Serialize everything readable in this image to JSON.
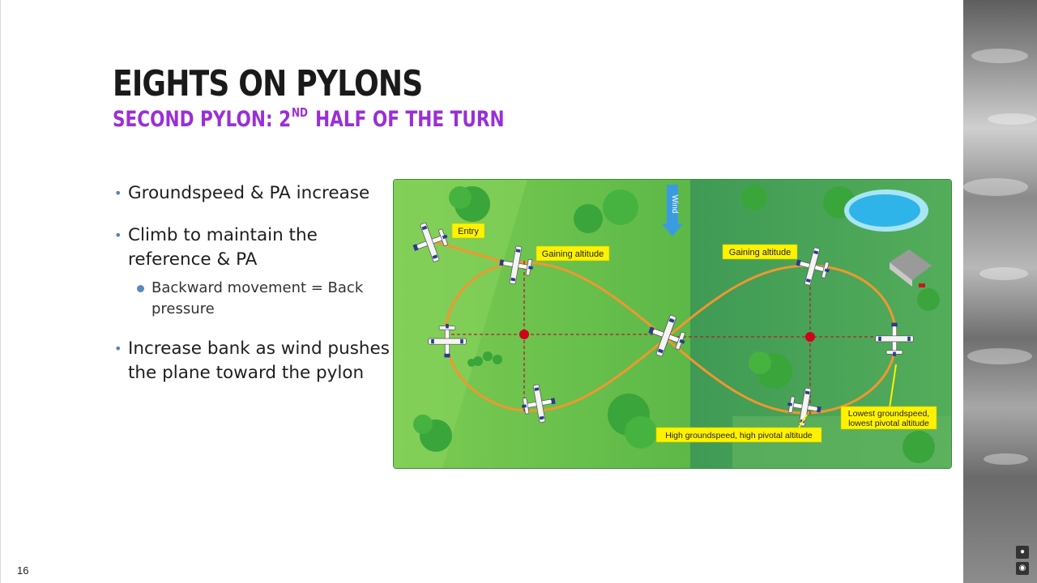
{
  "slide": {
    "title": "EIGHTS ON PYLONS",
    "subtitle_pre": "SECOND PYLON: 2",
    "subtitle_sup": "ND",
    "subtitle_post": "HALF OF THE TURN",
    "slide_number": "16"
  },
  "bullets": [
    {
      "text": "Groundspeed & PA increase"
    },
    {
      "text": "Climb to maintain the reference & PA"
    },
    {
      "text": "Increase bank as wind pushes the plane toward the pylon"
    }
  ],
  "sub_bullets": [
    {
      "text": "Backward movement = Back pressure"
    }
  ],
  "diagram": {
    "labels": {
      "entry": "Entry",
      "wind": "Wind",
      "gaining_left": "Gaining altitude",
      "gaining_right": "Gaining altitude",
      "high_groundspeed": "High groundspeed, high pivotal altitude",
      "lowest_line1": "Lowest groundspeed,",
      "lowest_line2": "lowest pivotal altitude"
    },
    "colors": {
      "field_left": "#6cc24a",
      "field_right": "#46a35a",
      "path": "#f0972f",
      "pylon": "#d0021b",
      "label_bg": "#fff200",
      "wind_arrow": "#3b9be0"
    }
  },
  "side_controls": {
    "mic_icon": "microphone-icon",
    "settings_icon": "record-icon"
  }
}
